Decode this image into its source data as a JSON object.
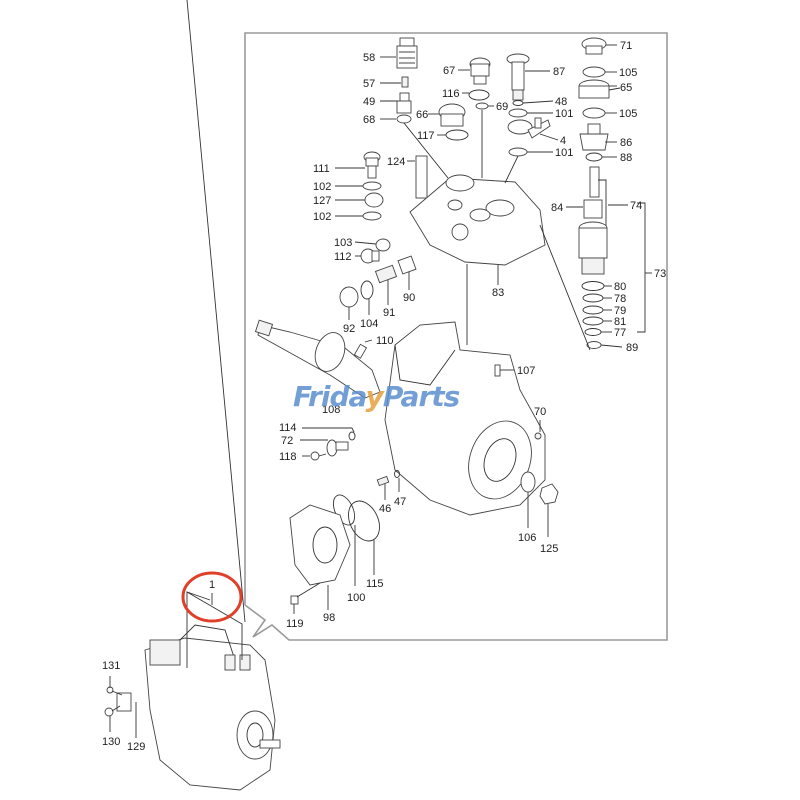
{
  "watermark": {
    "part1": "Frida",
    "part2": "y",
    "part3": "Parts",
    "color_blue": "#5b8fcf",
    "color_orange": "#e5a03c"
  },
  "callout": {
    "label": "1",
    "circle_color": "#e0402a"
  },
  "labels": {
    "l58": "58",
    "l57": "57",
    "l49": "49",
    "l68": "68",
    "l67": "67",
    "l116": "116",
    "l69": "69",
    "l66": "66",
    "l117": "117",
    "l87": "87",
    "l48": "48",
    "l101a": "101",
    "l4": "4",
    "l101b": "101",
    "l71": "71",
    "l105a": "105",
    "l65": "65",
    "l105b": "105",
    "l86": "86",
    "l88": "88",
    "l111": "111",
    "l102a": "102",
    "l127": "127",
    "l102b": "102",
    "l124": "124",
    "l103": "103",
    "l112": "112",
    "l92": "92",
    "l104": "104",
    "l91": "91",
    "l90": "90",
    "l83": "83",
    "l84": "84",
    "l74": "74",
    "l73": "73",
    "l80": "80",
    "l78": "78",
    "l79": "79",
    "l81": "81",
    "l77": "77",
    "l89": "89",
    "l110": "110",
    "l107": "107",
    "l108": "108",
    "l70": "70",
    "l114": "114",
    "l72": "72",
    "l118": "118",
    "l46": "46",
    "l47": "47",
    "l106": "106",
    "l125": "125",
    "l115": "115",
    "l100": "100",
    "l98": "98",
    "l119": "119",
    "l131": "131",
    "l130": "130",
    "l129": "129"
  }
}
